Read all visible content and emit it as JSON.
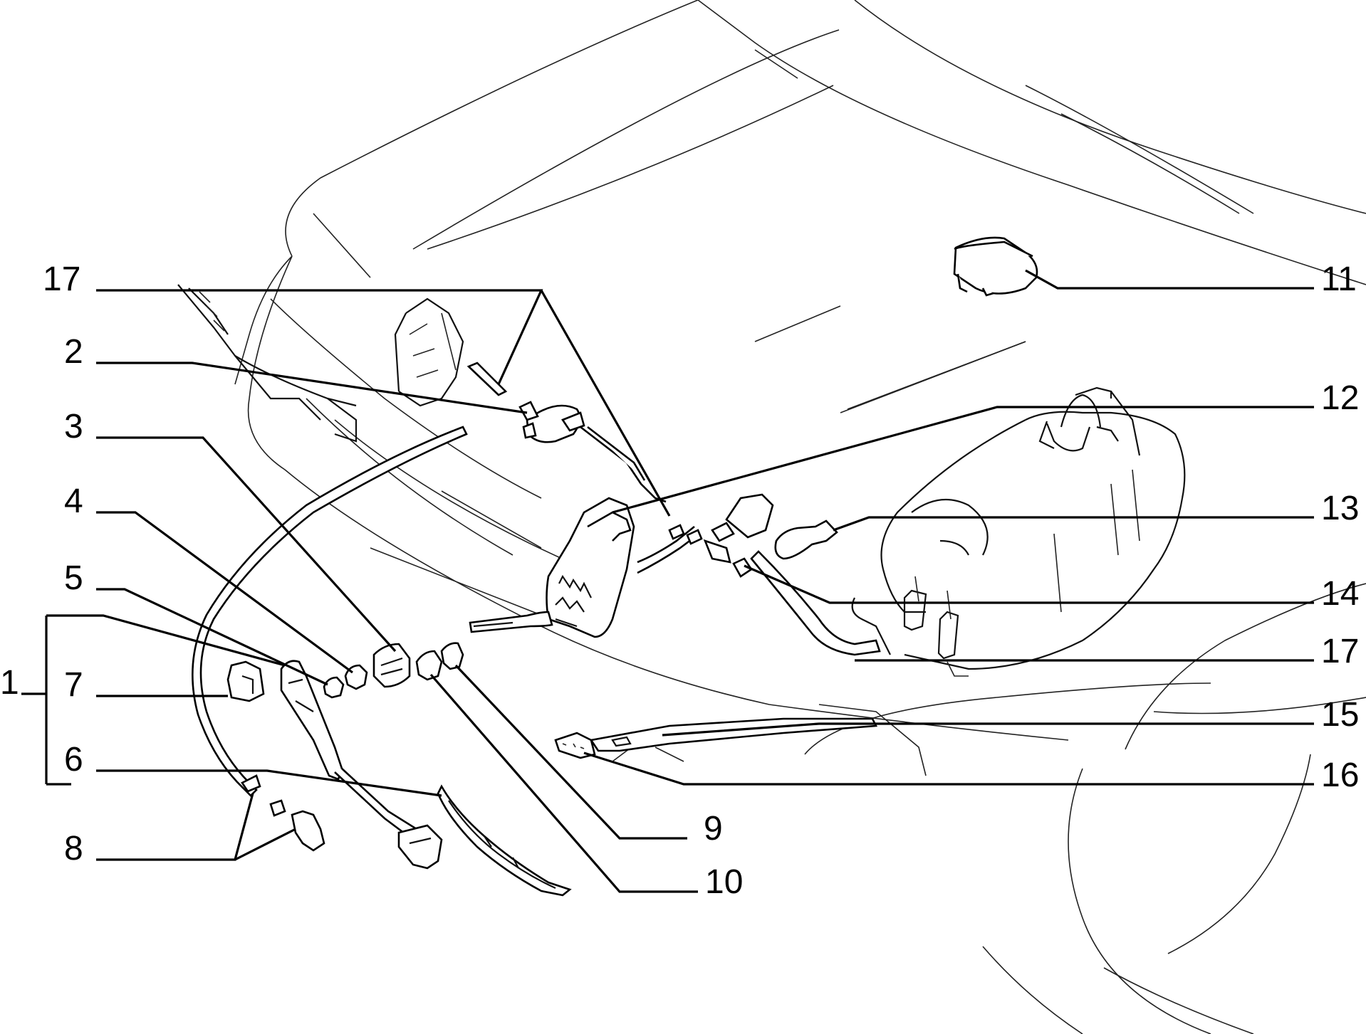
{
  "callouts": {
    "c1": "1",
    "c2": "2",
    "c3": "3",
    "c4": "4",
    "c5": "5",
    "c6": "6",
    "c7": "7",
    "c8": "8",
    "c9": "9",
    "c10": "10",
    "c11": "11",
    "c12": "12",
    "c13": "13",
    "c14": "14",
    "c15": "15",
    "c16": "16",
    "c17_top": "17",
    "c17_right": "17"
  }
}
